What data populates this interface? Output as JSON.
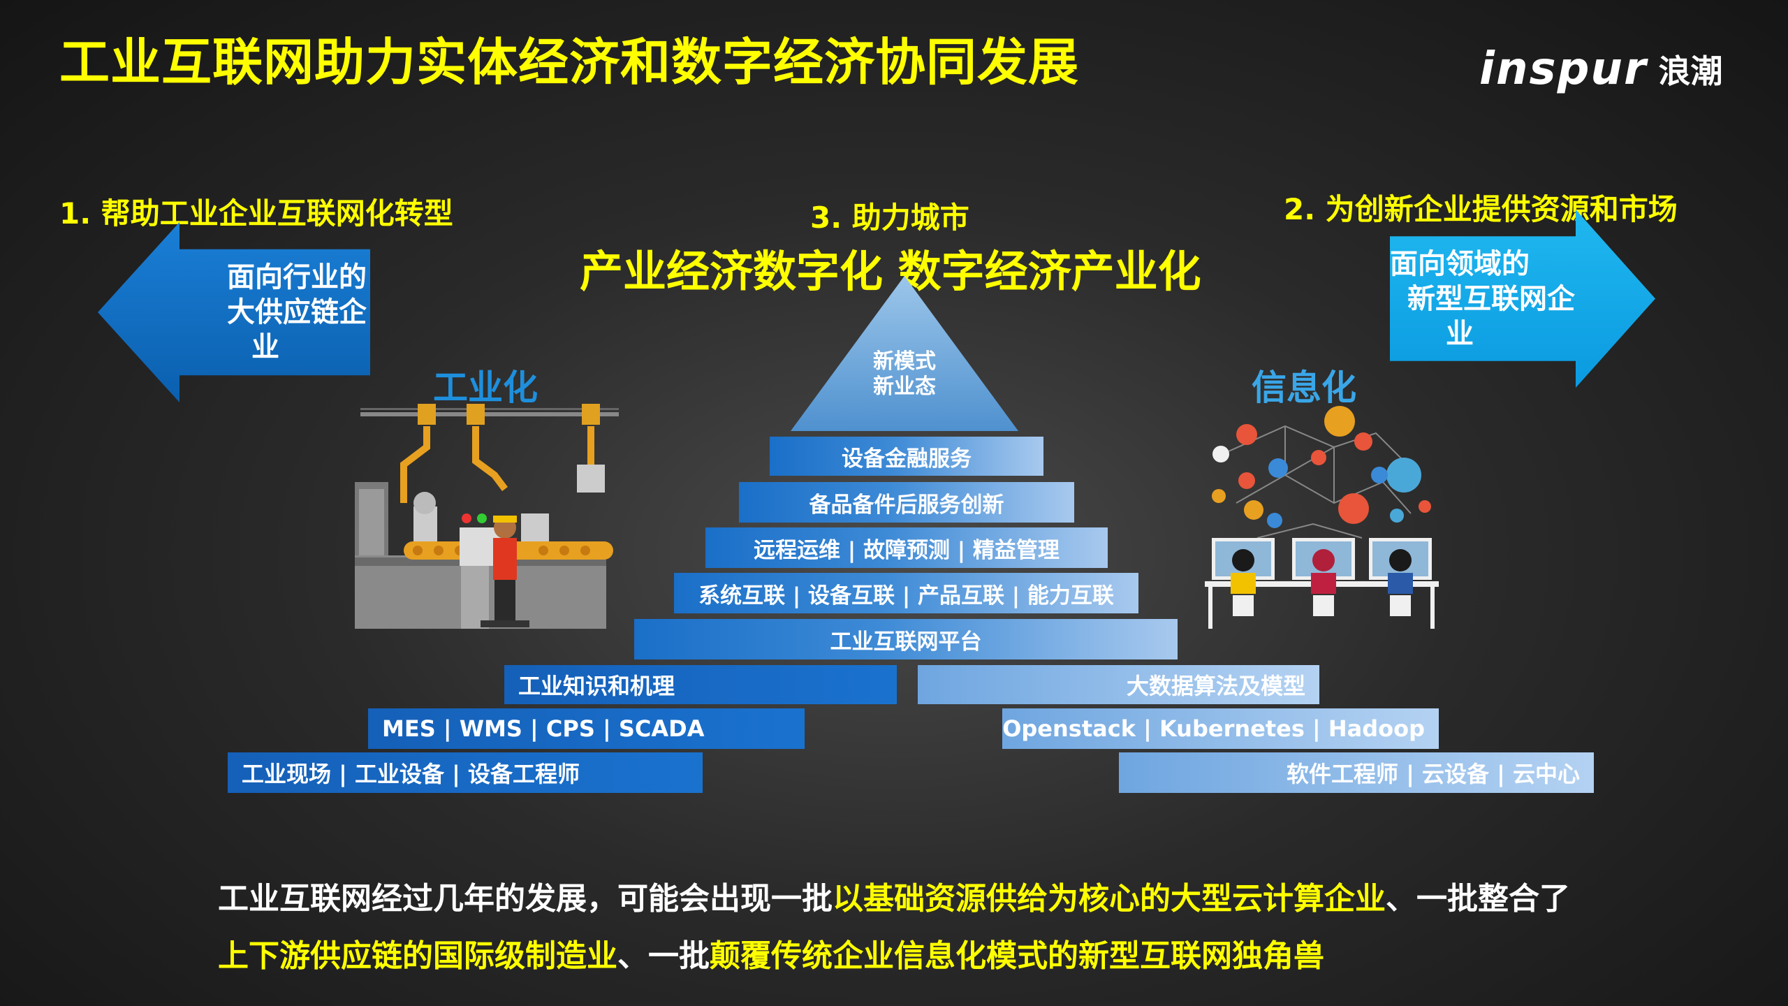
{
  "title": "工业互联网助力实体经济和数字经济协同发展",
  "logo": {
    "word": "inspur",
    "cn": "浪潮"
  },
  "left": {
    "heading": "1. 帮助工业企业互联网化转型",
    "arrow_line1": "面向行业的",
    "arrow_line2": "大供应链企业",
    "section": "工业化"
  },
  "right": {
    "heading": "2. 为创新企业提供资源和市场",
    "arrow_line1": "面向领域的",
    "arrow_line2": "新型互联网企业",
    "section": "信息化"
  },
  "center": {
    "heading": "3. 助力城市",
    "slogan": "产业经济数字化 数字经济产业化",
    "apex_line1": "新模式",
    "apex_line2": "新业态"
  },
  "pyramid": [
    "设备金融服务",
    "备品备件后服务创新",
    "远程运维 | 故障预测 | 精益管理",
    "系统互联 | 设备互联 | 产品互联 | 能力互联",
    "工业互联网平台"
  ],
  "left_bars": [
    "工业知识和机理",
    "MES | WMS | CPS | SCADA",
    "工业现场 | 工业设备 | 设备工程师"
  ],
  "right_bars": [
    "大数据算法及模型",
    "Openstack | Kubernetes | Hadoop",
    "软件工程师 | 云设备 | 云中心"
  ],
  "bottom": {
    "l1_white_a": "工业互联网经过几年的发展，可能会出现一批",
    "l1_yellow": "以基础资源供给为核心的大型云计算企业",
    "l1_white_b": "、一批整合了",
    "l2_yellow_a": "上下游供应链的国际级制造业",
    "l2_white": "、一批",
    "l2_yellow_b": "颠覆传统企业信息化模式的新型互联网独角兽"
  },
  "colors": {
    "title": "#ffff00",
    "arrow_left": "#1a7fd6",
    "arrow_right": "#20b8f0",
    "tier_blue": "#1a6fc8"
  }
}
